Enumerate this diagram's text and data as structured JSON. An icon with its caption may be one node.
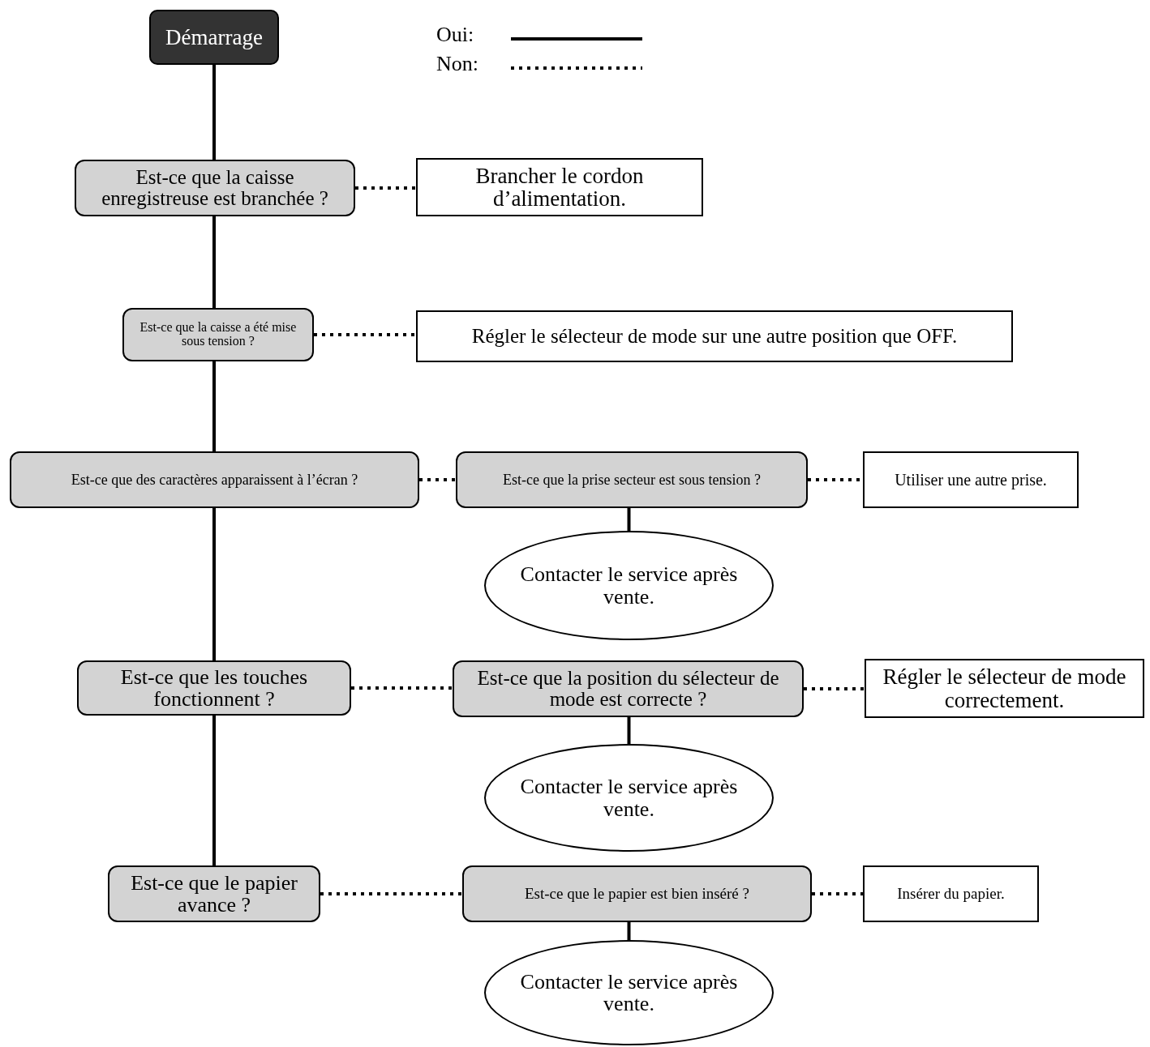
{
  "diagram": {
    "nodes": [
      {
        "text": [
          "Démarrage"
        ]
      },
      {
        "text": [
          "Est-ce que la caisse enregistreuse est branchée ?"
        ]
      },
      {
        "text": [
          "Brancher le cordon d’alimentation."
        ]
      },
      {
        "text": [
          "Est-ce que la caisse a été mise sous tension ?"
        ]
      },
      {
        "text": [
          "Régler le sélecteur de mode sur une autre position que OFF."
        ]
      },
      {
        "text": [
          "Est-ce que des caractères apparaissent à l’écran ?"
        ]
      },
      {
        "text": [
          "Est-ce que la prise secteur est sous tension ?"
        ]
      },
      {
        "text": [
          "Utiliser une autre prise."
        ]
      },
      {
        "text": [
          "Contacter le service après vente."
        ]
      },
      {
        "text": [
          "Est-ce que les touches fonctionnent ?"
        ]
      },
      {
        "text": [
          "Est-ce que la position du sélecteur de mode est correcte ?"
        ]
      },
      {
        "text": [
          "Régler le sélecteur de mode correctement."
        ]
      },
      {
        "text": [
          "Contacter le service après vente."
        ]
      },
      {
        "text": [
          "Est-ce que le papier avance ?"
        ]
      },
      {
        "text": [
          "Est-ce que le papier est bien inséré ?"
        ]
      },
      {
        "text": [
          "Insérer du papier."
        ]
      },
      {
        "text": [
          "Contacter le service après vente."
        ]
      }
    ],
    "edges": [
      {
        "from": 0,
        "to": 1,
        "arrow": "none"
      },
      {
        "from": 1,
        "to": 2,
        "arrow": "none",
        "style": "dashed"
      },
      {
        "from": 1,
        "to": 3,
        "arrow": "none"
      },
      {
        "from": 3,
        "to": 4,
        "arrow": "none",
        "style": "dashed"
      },
      {
        "from": 3,
        "to": 5,
        "arrow": "none"
      },
      {
        "from": 5,
        "to": 6,
        "arrow": "none",
        "style": "dashed"
      },
      {
        "from": 6,
        "to": 7,
        "arrow": "none",
        "style": "dashed"
      },
      {
        "from": 6,
        "to": 8,
        "arrow": "none"
      },
      {
        "from": 5,
        "to": 9,
        "arrow": "none"
      },
      {
        "from": 9,
        "to": 10,
        "arrow": "none",
        "style": "dashed"
      },
      {
        "from": 10,
        "to": 11,
        "arrow": "none",
        "style": "dashed"
      },
      {
        "from": 10,
        "to": 12,
        "arrow": "none"
      },
      {
        "from": 9,
        "to": 13,
        "arrow": "none"
      },
      {
        "from": 13,
        "to": 14,
        "arrow": "none",
        "style": "dashed"
      },
      {
        "from": 14,
        "to": 15,
        "arrow": "none",
        "style": "dashed"
      },
      {
        "from": 14,
        "to": 16,
        "arrow": "none"
      }
    ],
    "legend": [
      {
        "text": "Oui:"
      },
      {
        "text": "Non:"
      }
    ]
  }
}
